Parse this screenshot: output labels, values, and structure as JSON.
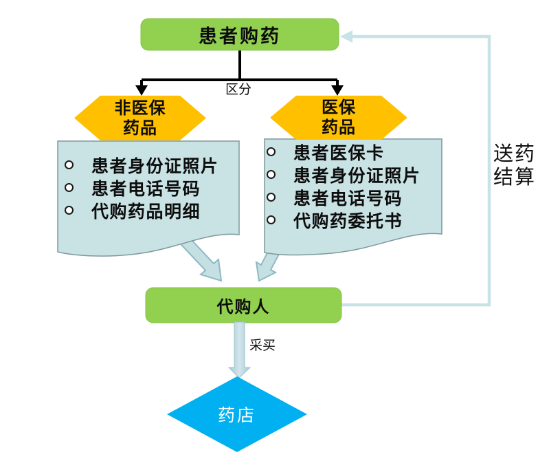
{
  "diagram": {
    "nodes": {
      "patient_purchase": "患者购药",
      "non_insurance": "非医保\n药品",
      "insurance": "医保\n药品",
      "agent": "代购人",
      "pharmacy": "药店"
    },
    "labels": {
      "split": "区分",
      "purchase": "采买",
      "feedback": "送药\n结算"
    },
    "left_document": {
      "items": [
        "患者身份证照片",
        "患者电话号码",
        "代购药品明细"
      ]
    },
    "right_document": {
      "items": [
        "患者医保卡",
        "患者身份证照片",
        "患者电话号码",
        "代购药委托书"
      ]
    },
    "colors": {
      "node_green": "#92D050",
      "hexagon_orange": "#FFC000",
      "document_fill": "#C9E2E4",
      "document_border": "#7E989C",
      "flow_arrow_fill": "#C5E0E3",
      "flow_arrow_border": "#8FB8C2",
      "feedback_line": "#C8E2E6",
      "pharmacy_blue": "#00B0F0",
      "connector_black": "#000000"
    }
  }
}
